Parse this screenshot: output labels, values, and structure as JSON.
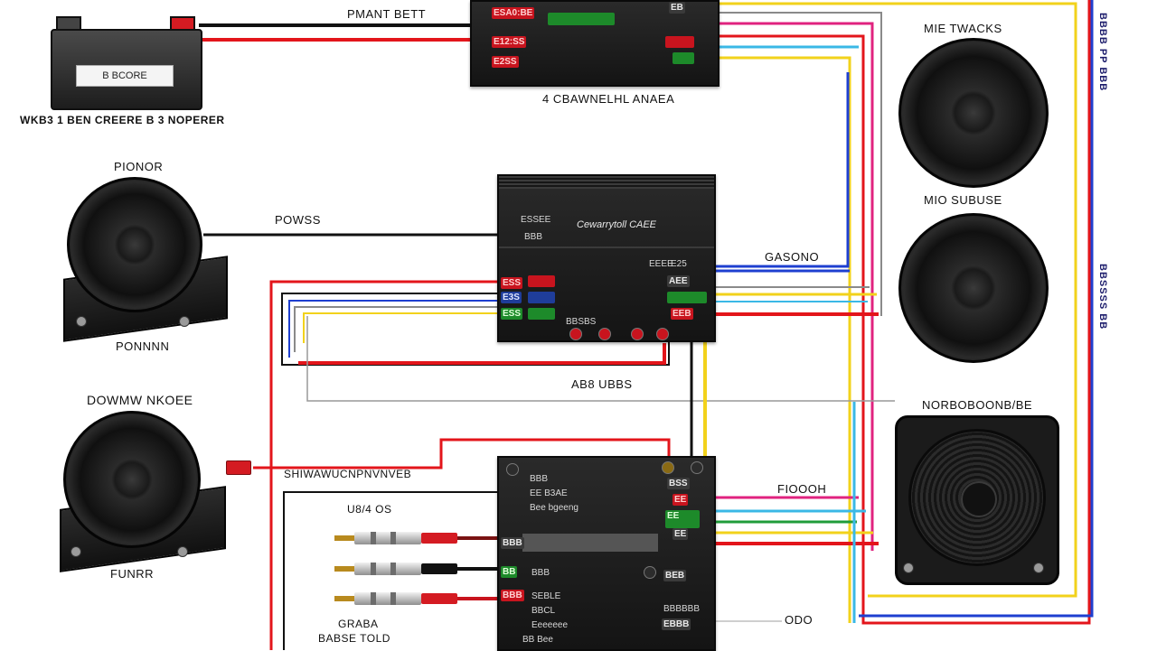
{
  "battery": {
    "label": "B BCORE",
    "caption": "WKB3 1 BEN CREERE B 3 NOPERER"
  },
  "top_amp": {
    "wire_label": "PMANT BETT",
    "caption": "4  CBAWNELHL ANAEA",
    "terminals": [
      "ESA0:BE",
      "E12:SS",
      "E2SS",
      "EB"
    ]
  },
  "mid_amp": {
    "brand": "Cewarrytoll CAEE",
    "logo_text": "ESSEE",
    "left_terms": [
      "ESS",
      "E3S",
      "ESS"
    ],
    "left_small": "BBB",
    "right_terms": [
      "EEEE",
      "AEE",
      "EEB"
    ],
    "right_small": "E25",
    "bottom_text": "BBSBS"
  },
  "bot_amp": {
    "lines": [
      "BBB",
      "EE  B3AE",
      "Bee bgeeng"
    ],
    "left_terms": [
      "BBB",
      "BB",
      "BBB"
    ],
    "right_terms": [
      "EE",
      "EE",
      "EE"
    ],
    "mid_lines": [
      "BBB",
      "SEBLE",
      "BBCL"
    ],
    "btm_lines": [
      "BBBBBB",
      "Eeeeeee",
      "BB    Bee"
    ],
    "r_small": [
      "BSS",
      "BEB",
      "EBBB"
    ]
  },
  "speakers": {
    "upper_left": {
      "top_label": "PIONOR",
      "bottom_label": "PONNNN"
    },
    "lower_left": {
      "top_label": "DOWMW NKOEE",
      "bottom_label": "FUNRR"
    },
    "upper_right": {
      "label": "MIE TWACKS"
    },
    "mid_right": {
      "label": "MIO SUBUSE"
    },
    "subwoofer": {
      "label": "NORBOBOONB/BE"
    }
  },
  "wire_labels": {
    "powss": "POWSS",
    "gasono": "GASONO",
    "ab8": "AB8 UBBS",
    "shiwav": "SHIWAWUCNPNVNVEB",
    "fioooh": "FIOOOH",
    "odo": "ODO",
    "rca_top": "U8/4 OS",
    "rca_bottom_1": "GRABA",
    "rca_bottom_2": "BABSE  TOLD"
  },
  "vertical_labels": {
    "top": "BBBB PP BBB",
    "mid": "BBSSSS BB"
  },
  "colors": {
    "power": "#e3151b",
    "ground": "#111111",
    "signal_blue": "#1e3fd0",
    "signal_yellow": "#f2d21b",
    "signal_green": "#1f9c3a",
    "signal_cyan": "#3ab8e6",
    "signal_pink": "#e0237f",
    "signal_gray": "#8a8a8a"
  }
}
